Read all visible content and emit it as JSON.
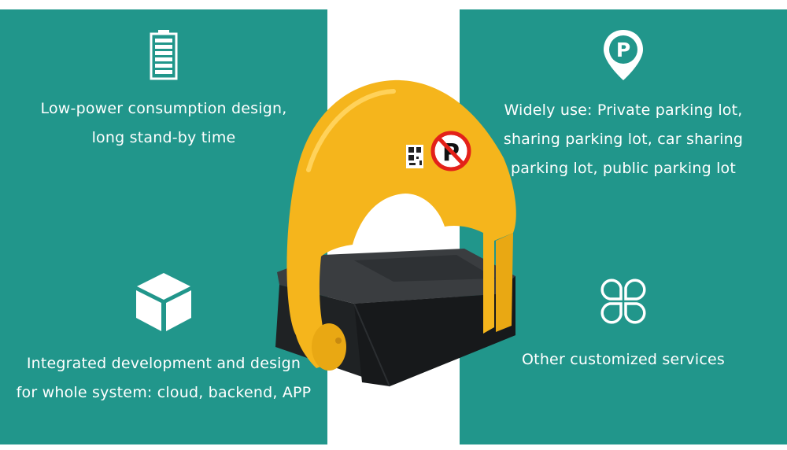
{
  "colors": {
    "panel": "#21968b",
    "background": "#ffffff",
    "lock_arm": "#f5b51c",
    "lock_base": "#1f2224",
    "no_parking_ring": "#e32119"
  },
  "features": {
    "power": {
      "icon": "battery-icon",
      "lines": [
        "Low-power consumption design,",
        "long stand-by time"
      ]
    },
    "usage": {
      "icon": "parking-pin-icon",
      "lines": [
        "Widely use: Private parking lot,",
        "sharing parking lot, car sharing",
        "parking lot, public parking lot"
      ]
    },
    "integration": {
      "icon": "cube-icon",
      "lines": [
        "Integrated development and design",
        "for whole system: cloud, backend, APP"
      ]
    },
    "custom": {
      "icon": "clover-icon",
      "lines": [
        "Other customized services"
      ]
    }
  },
  "product": {
    "image": "parking-lock-image",
    "sign_letter": "P"
  }
}
